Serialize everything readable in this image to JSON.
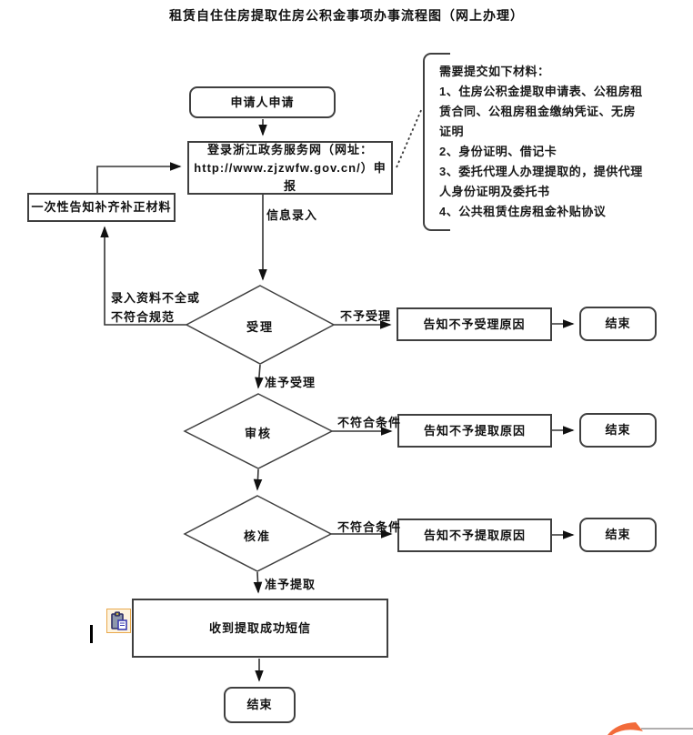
{
  "title": "租赁自住住房提取住房公积金事项办事流程图（网上办理）",
  "nodes": {
    "start": {
      "label": "申请人申请"
    },
    "login": {
      "label": "登录浙江政务服务网（网址：\nhttp://www.zjzwfw.gov.cn/）申报"
    },
    "notify_fix": {
      "label": "一次性告知补齐补正材料"
    },
    "accept": {
      "label": "受理"
    },
    "review": {
      "label": "审核"
    },
    "approve": {
      "label": "核准"
    },
    "reject_accept": {
      "label": "告知不予受理原因"
    },
    "end1": {
      "label": "结束"
    },
    "reject_extract1": {
      "label": "告知不予提取原因"
    },
    "end2": {
      "label": "结束"
    },
    "reject_extract2": {
      "label": "告知不予提取原因"
    },
    "end3": {
      "label": "结束"
    },
    "sms": {
      "label": "收到提取成功短信"
    },
    "end4": {
      "label": "结束"
    }
  },
  "edge_labels": {
    "info_entry": "信息录入",
    "incomplete": "录入资料不全或\n不符合规范",
    "not_accepted": "不予受理",
    "accepted": "准予受理",
    "not_qualified1": "不符合条件",
    "not_qualified2": "不符合条件",
    "extract_allowed": "准予提取"
  },
  "note": {
    "text": "需要提交如下材料：\n1、住房公积金提取申请表、公租房租\n赁合同、公租房租金缴纳凭证、无房\n证明\n2、身份证明、借记卡\n3、委托代理人办理提取的，提供代理\n人身份证明及委托书\n4、公共租赁住房租金补贴协议"
  },
  "icons": {
    "paste_icon": "paste-clipboard-icon",
    "text_cursor": "i-beam-cursor"
  },
  "colors": {
    "shape_border": "#3f3f3f",
    "arrow": "#1a1a1a",
    "accent_orange": "#f26b3a",
    "icon_border": "#e9a94c",
    "divider_gray": "#b0aeae"
  }
}
